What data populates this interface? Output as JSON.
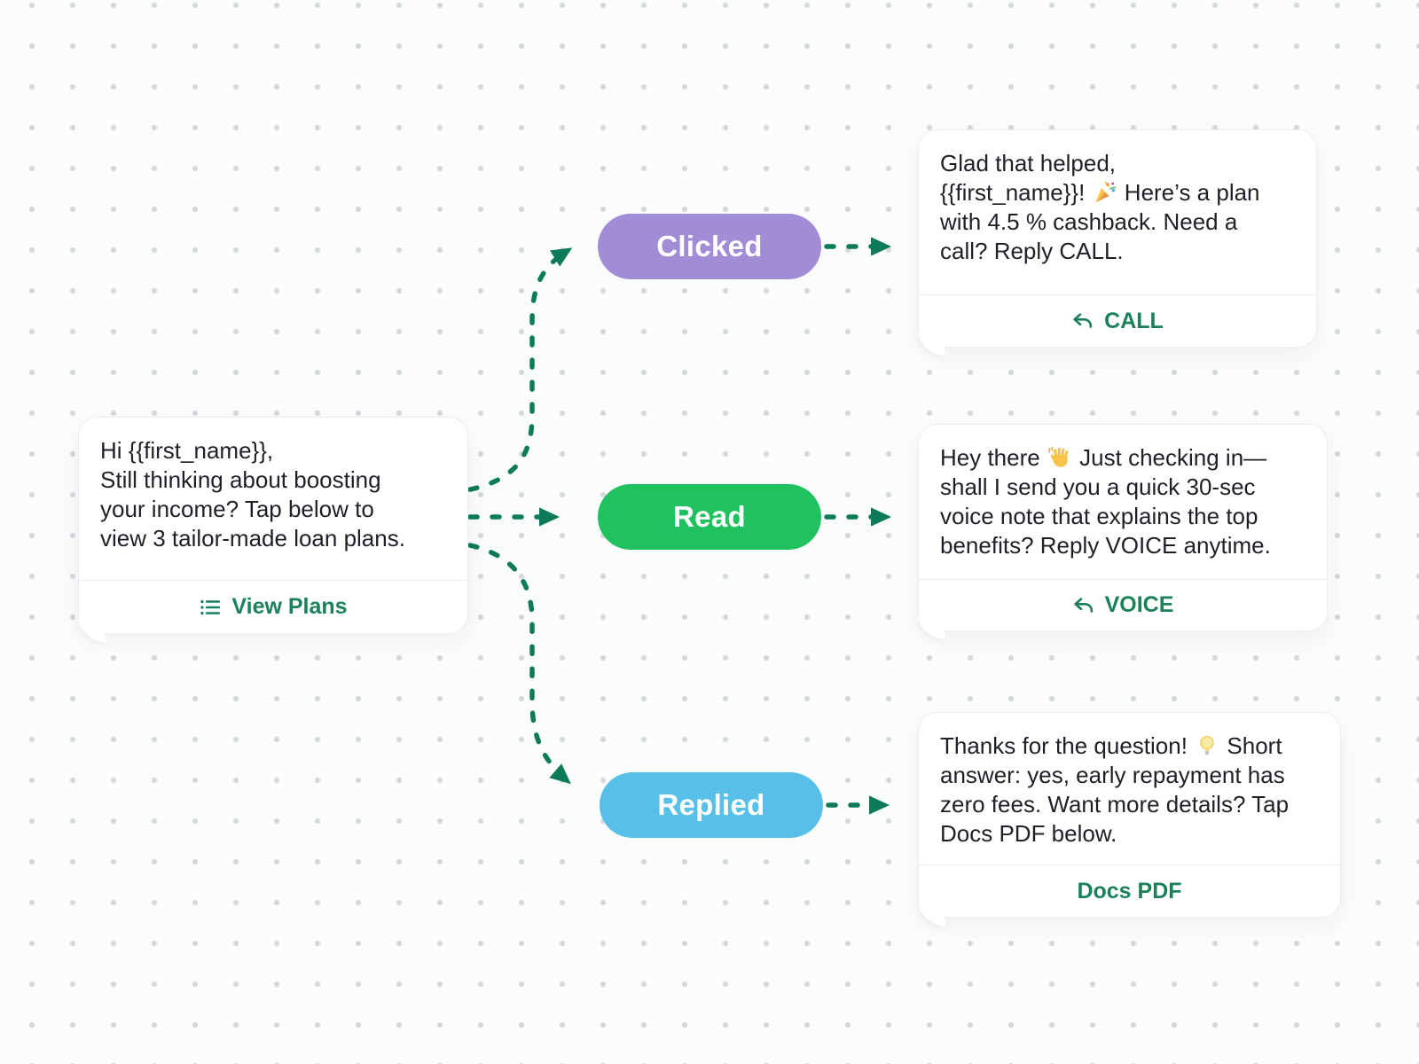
{
  "trigger_card": {
    "text": "Hi {{first_name}},\nStill thinking about boosting\nyour income? Tap below to\nview 3 tailor-made loan plans.",
    "button_label": "View Plans",
    "button_icon": "list-icon"
  },
  "branches": [
    {
      "status_label": "Clicked",
      "pill_color": "#a18dd6",
      "reply_text": "Glad that helped,\n{{first_name}}! 🎉 Here’s a plan\nwith 4.5 % cashback. Need a\ncall? Reply CALL.",
      "button_label": "CALL",
      "button_icon": "reply-arrow-icon"
    },
    {
      "status_label": "Read",
      "pill_color": "#1fc25e",
      "reply_text": "Hey there 👋 Just checking in—\nshall I send you a quick 30-sec\nvoice note that explains the top\nbenefits? Reply VOICE anytime.",
      "button_label": "VOICE",
      "button_icon": "reply-arrow-icon"
    },
    {
      "status_label": "Replied",
      "pill_color": "#58bfe9",
      "reply_text": "Thanks for the question! 💡 Short\nanswer: yes, early repayment has\nzero fees. Want more details? Tap\nDocs PDF below.",
      "button_label": "Docs PDF",
      "button_icon": null
    }
  ],
  "colors": {
    "connector": "#0d7a59",
    "action_text": "#1b8159",
    "clicked_pill": "#a18dd6",
    "read_pill": "#1fc25e",
    "replied_pill": "#58bfe9",
    "background": "#fbfcfc",
    "dot_grid": "#d4d7db",
    "card_text": "#1d2127"
  }
}
